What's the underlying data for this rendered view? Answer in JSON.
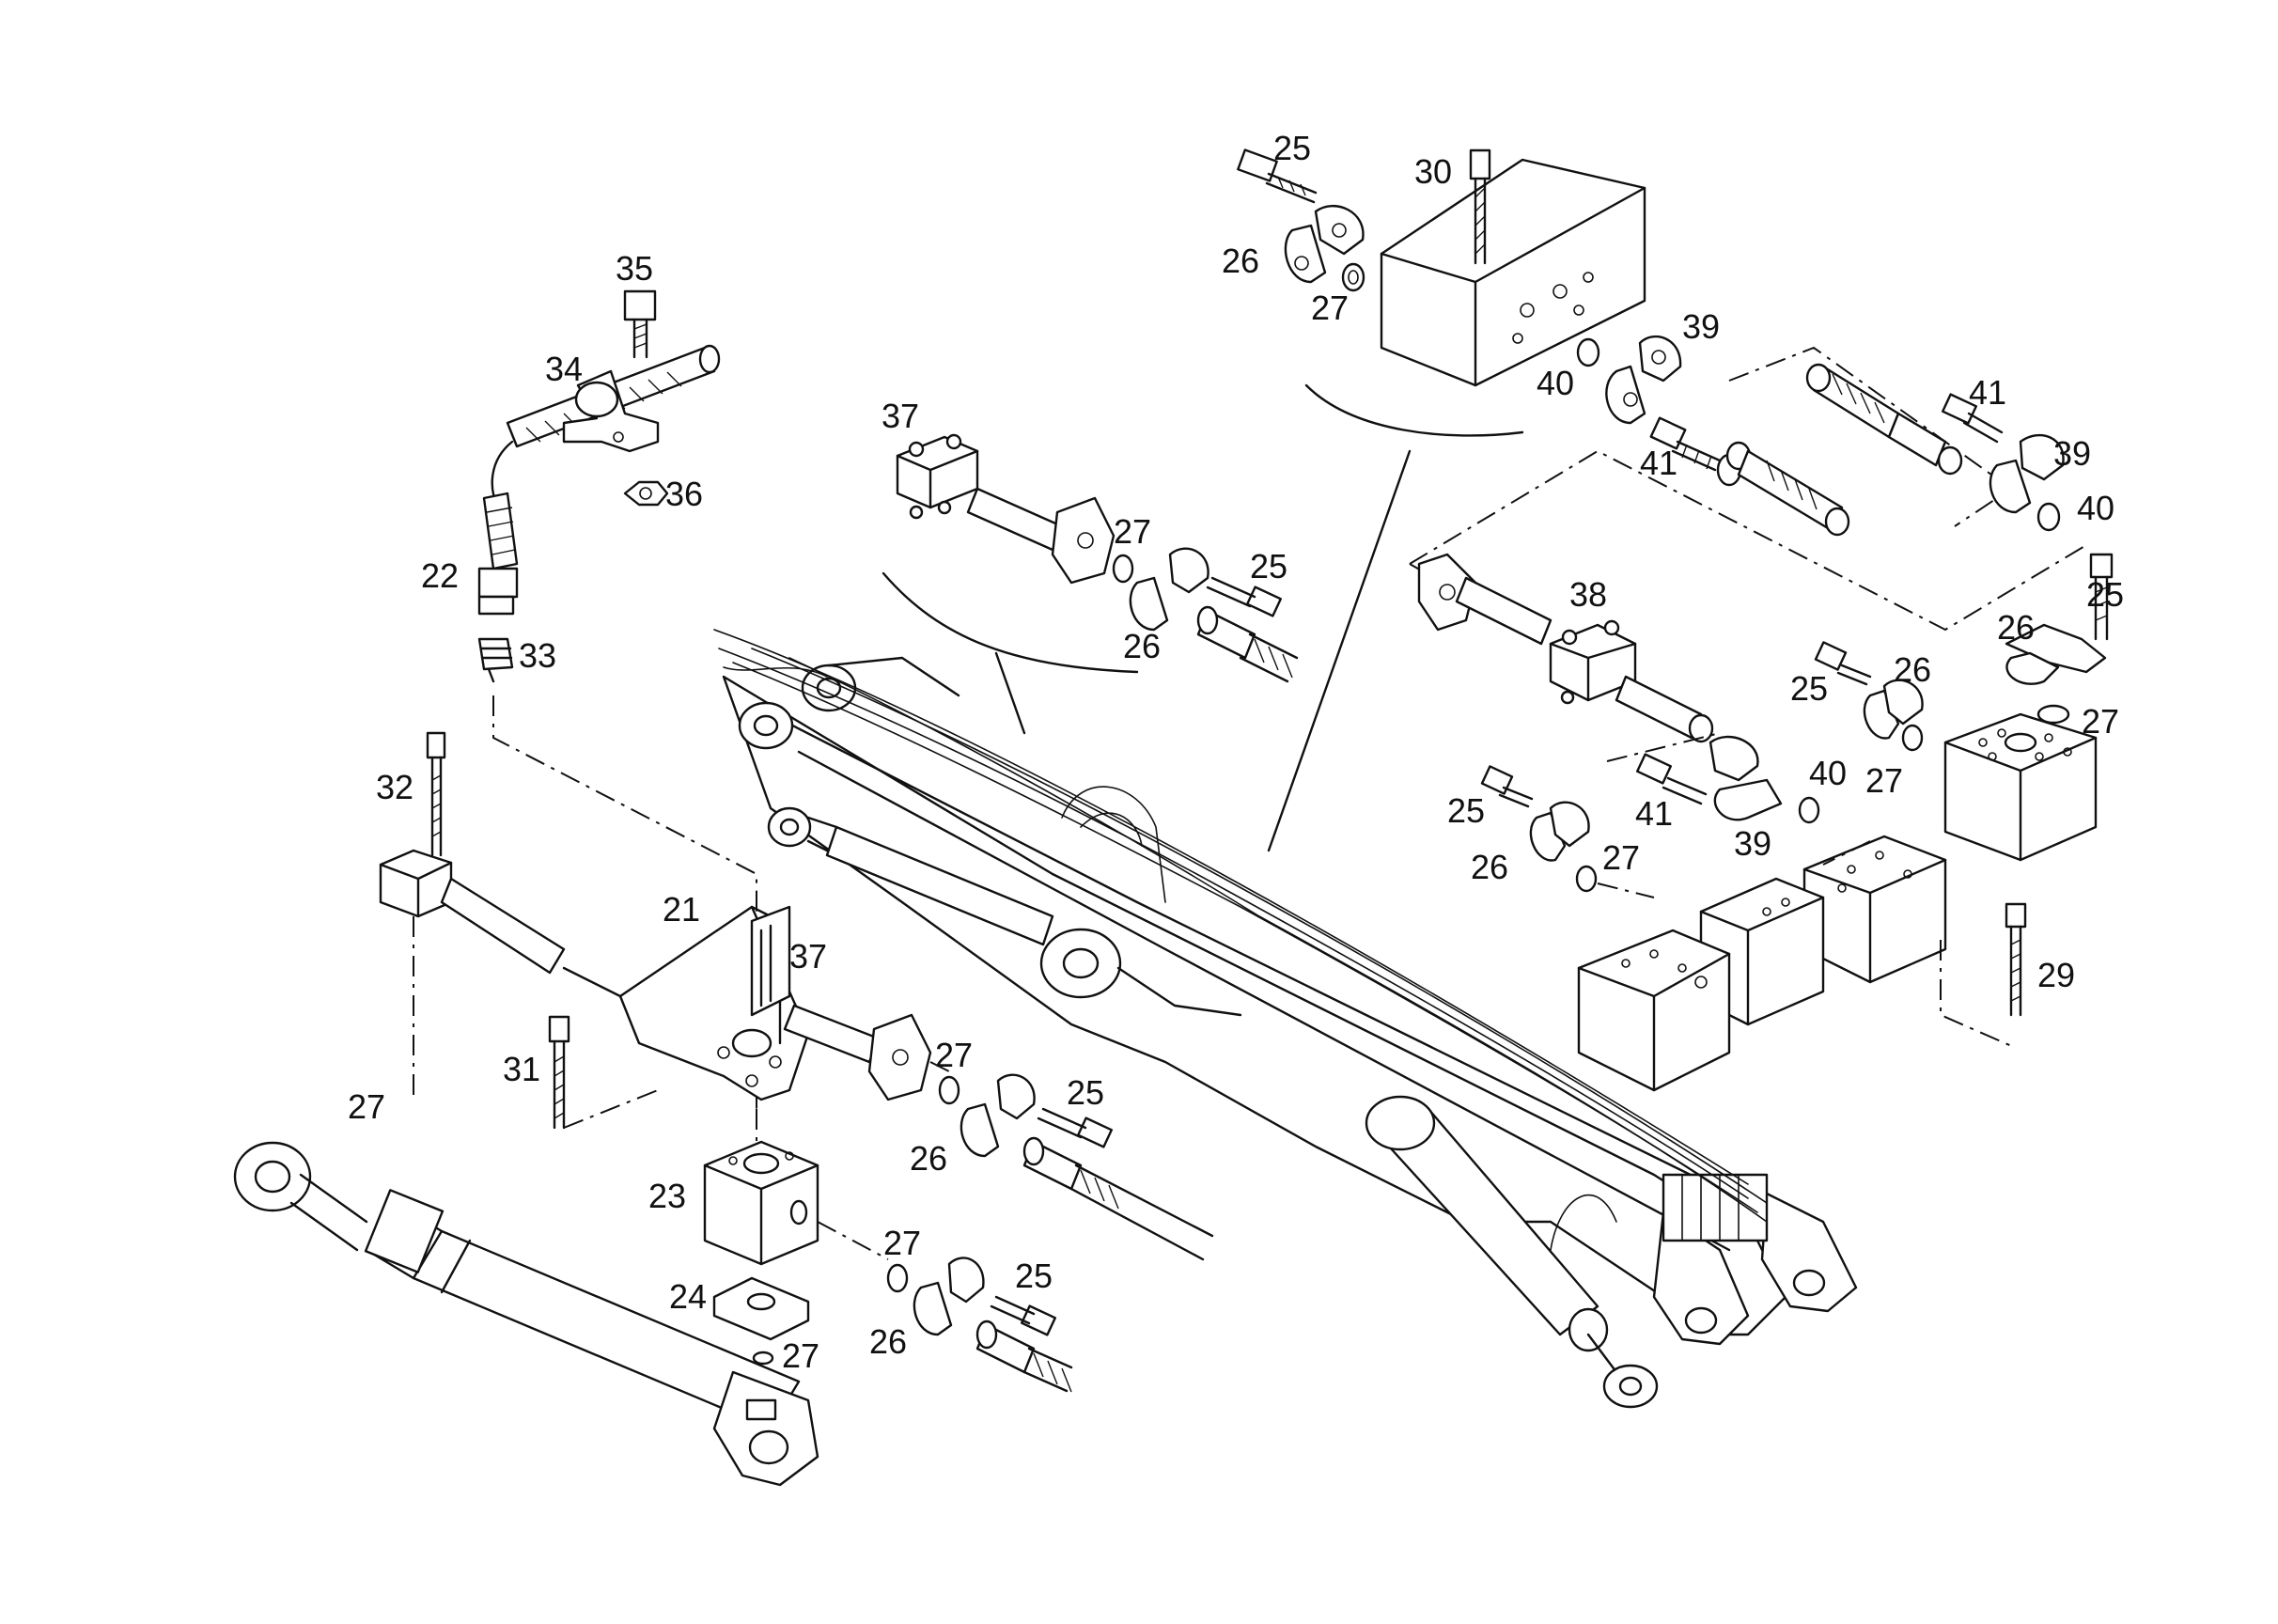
{
  "labels": {
    "p25a": "25",
    "p30": "30",
    "p26a": "26",
    "p27a": "27",
    "p39a": "39",
    "p40a": "40",
    "p41a": "41",
    "p41b": "41",
    "p39b": "39",
    "p40b": "40",
    "p35": "35",
    "p34": "34",
    "p36": "36",
    "p22": "22",
    "p33": "33",
    "p37a": "37",
    "p27b": "27",
    "p25b": "25",
    "p26b": "26",
    "p38": "38",
    "p25c": "25",
    "p26c": "26",
    "p25d": "25",
    "p26d": "26",
    "p27c": "27",
    "p27d": "27",
    "p40c": "40",
    "p41c": "41",
    "p39c": "39",
    "p25e": "25",
    "p26e": "26",
    "p27e": "27",
    "p32": "32",
    "p21": "21",
    "p37b": "37",
    "p31": "31",
    "p27f": "27",
    "p27g": "27",
    "p25f": "25",
    "p26f": "26",
    "p23": "23",
    "p27h": "27",
    "p25g": "25",
    "p24": "24",
    "p26g": "26",
    "p27i": "27",
    "p29": "29"
  }
}
